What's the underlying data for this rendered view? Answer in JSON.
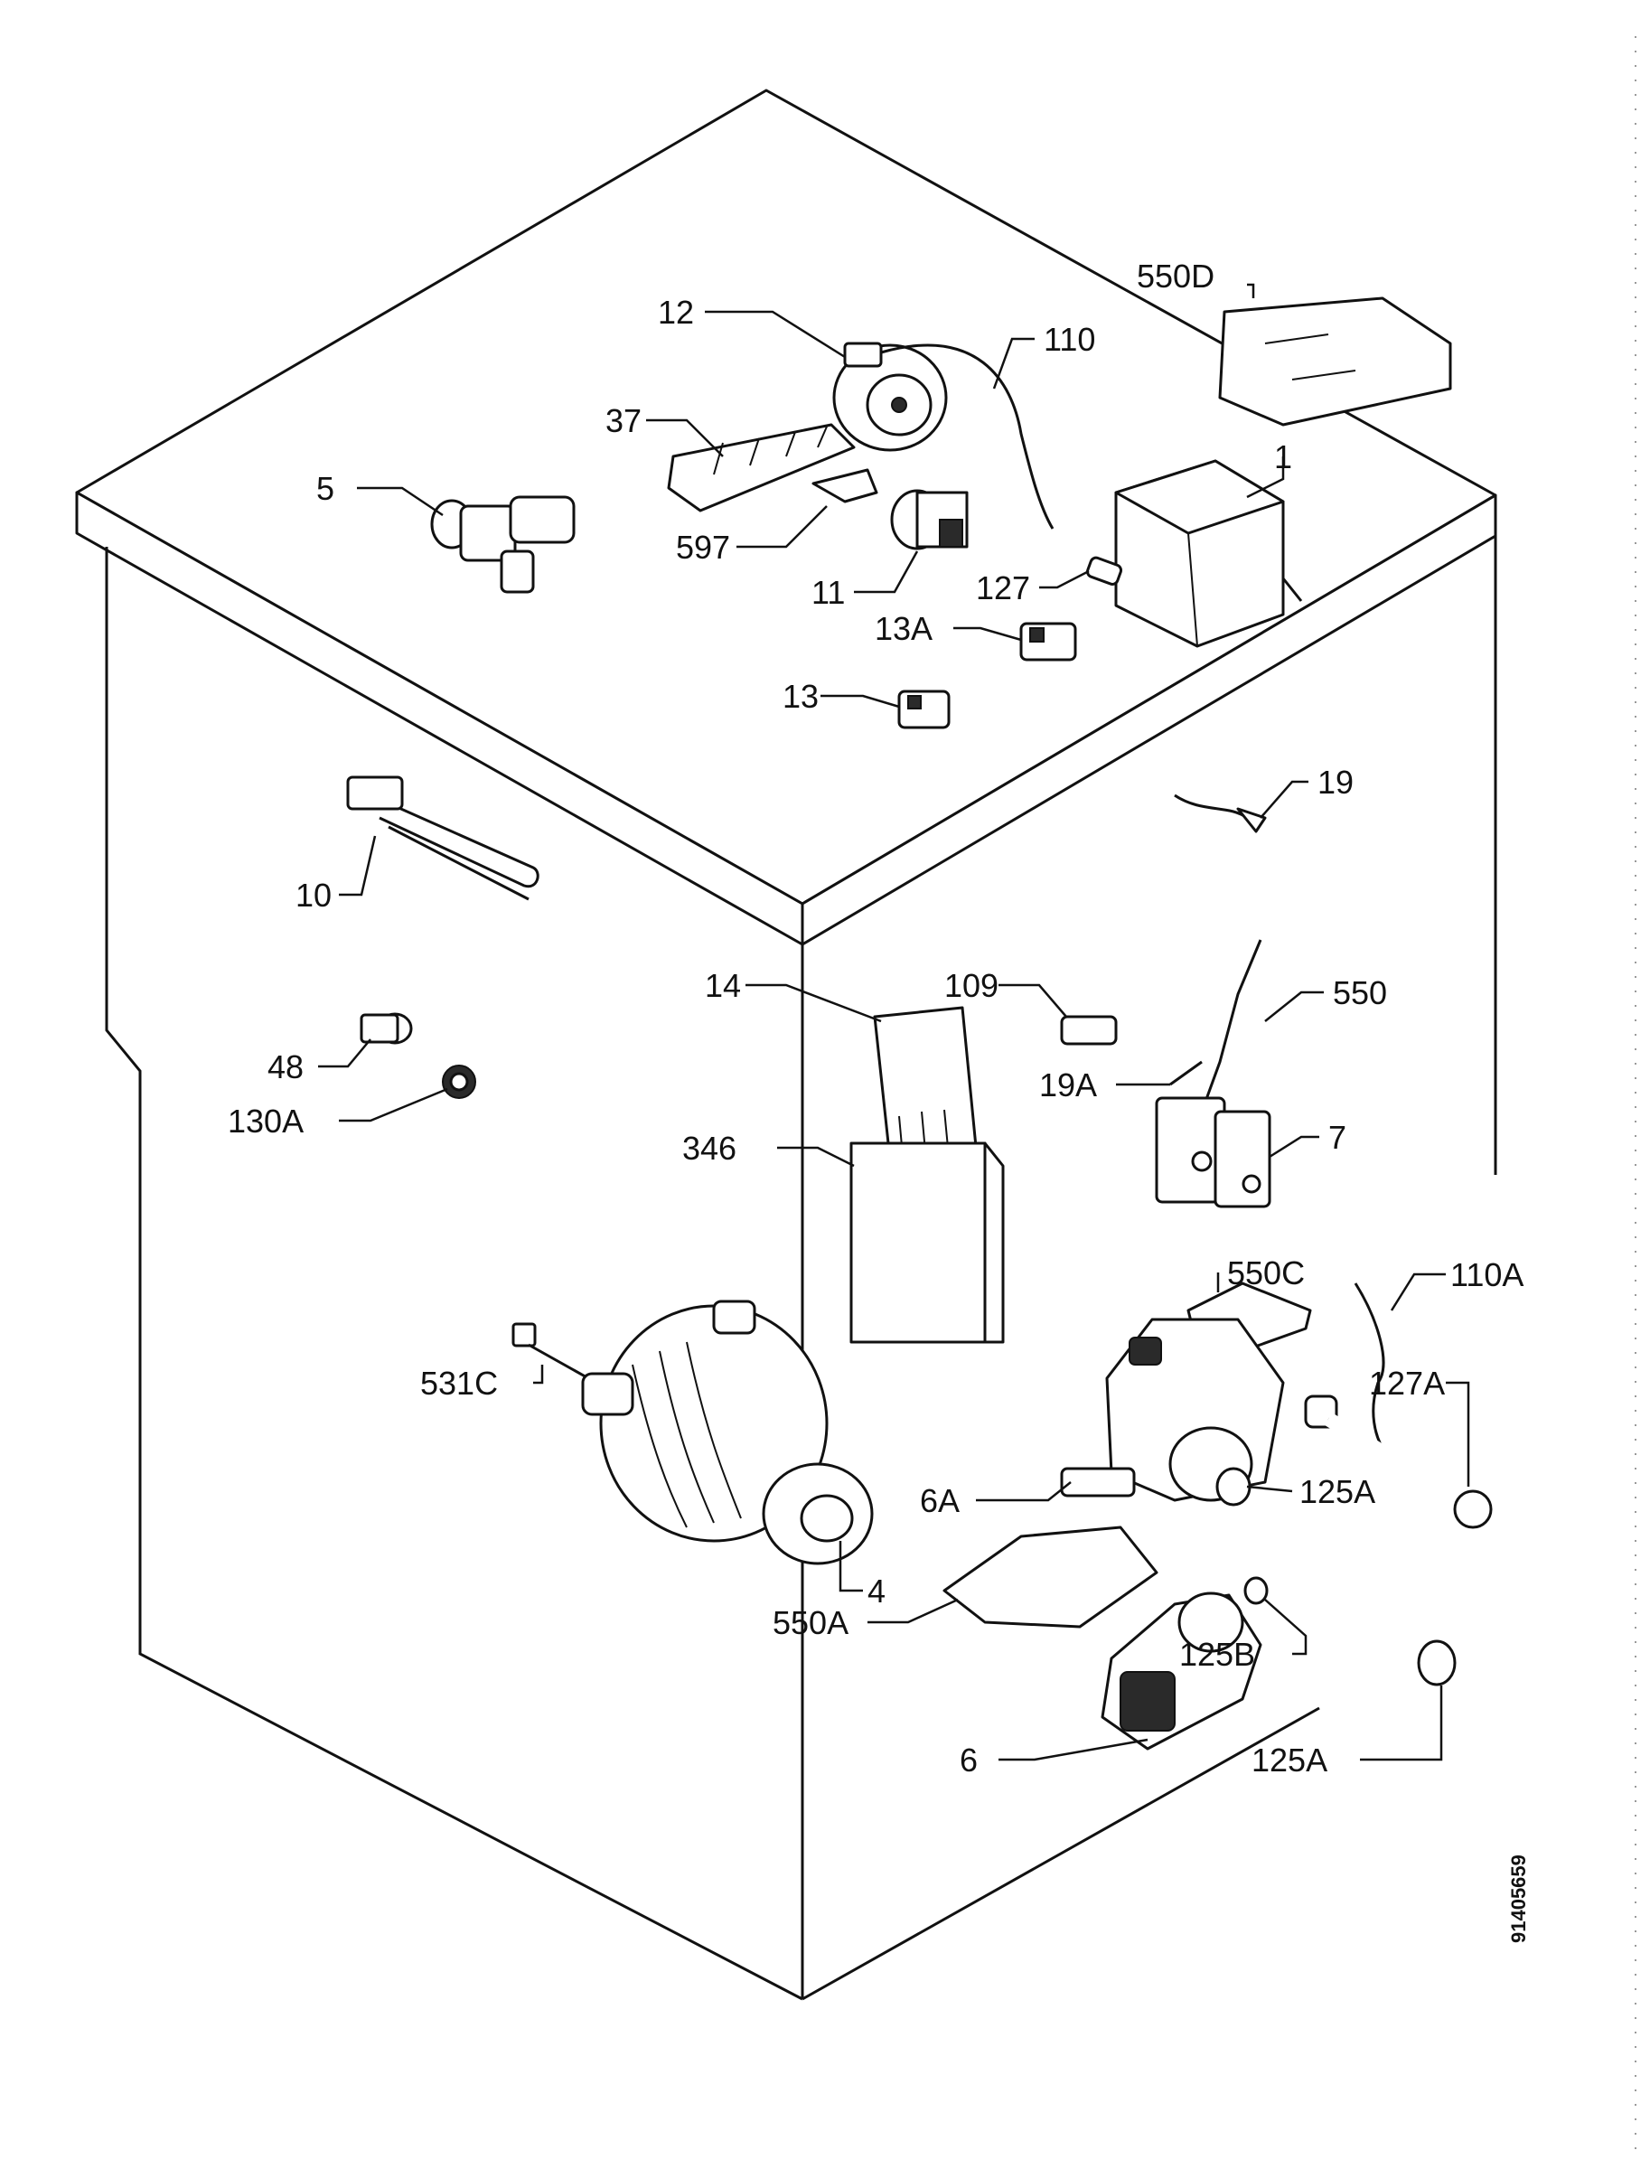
{
  "callouts": {
    "c550D": "550D",
    "c12": "12",
    "c110": "110",
    "c37": "37",
    "c1": "1",
    "c5": "5",
    "c597": "597",
    "c11": "11",
    "c127": "127",
    "c13A": "13A",
    "c13": "13",
    "c19": "19",
    "c10": "10",
    "c109": "109",
    "c550": "550",
    "c14": "14",
    "c48": "48",
    "c19A": "19A",
    "c130A": "130A",
    "c7": "7",
    "c346": "346",
    "c550C": "550C",
    "c110A": "110A",
    "c531C": "531C",
    "c127A": "127A",
    "c6A": "6A",
    "c125A_upper": "125A",
    "c4": "4",
    "c550A": "550A",
    "c125B": "125B",
    "c6": "6",
    "c125A_lower": "125A"
  },
  "document_number": "91405659"
}
